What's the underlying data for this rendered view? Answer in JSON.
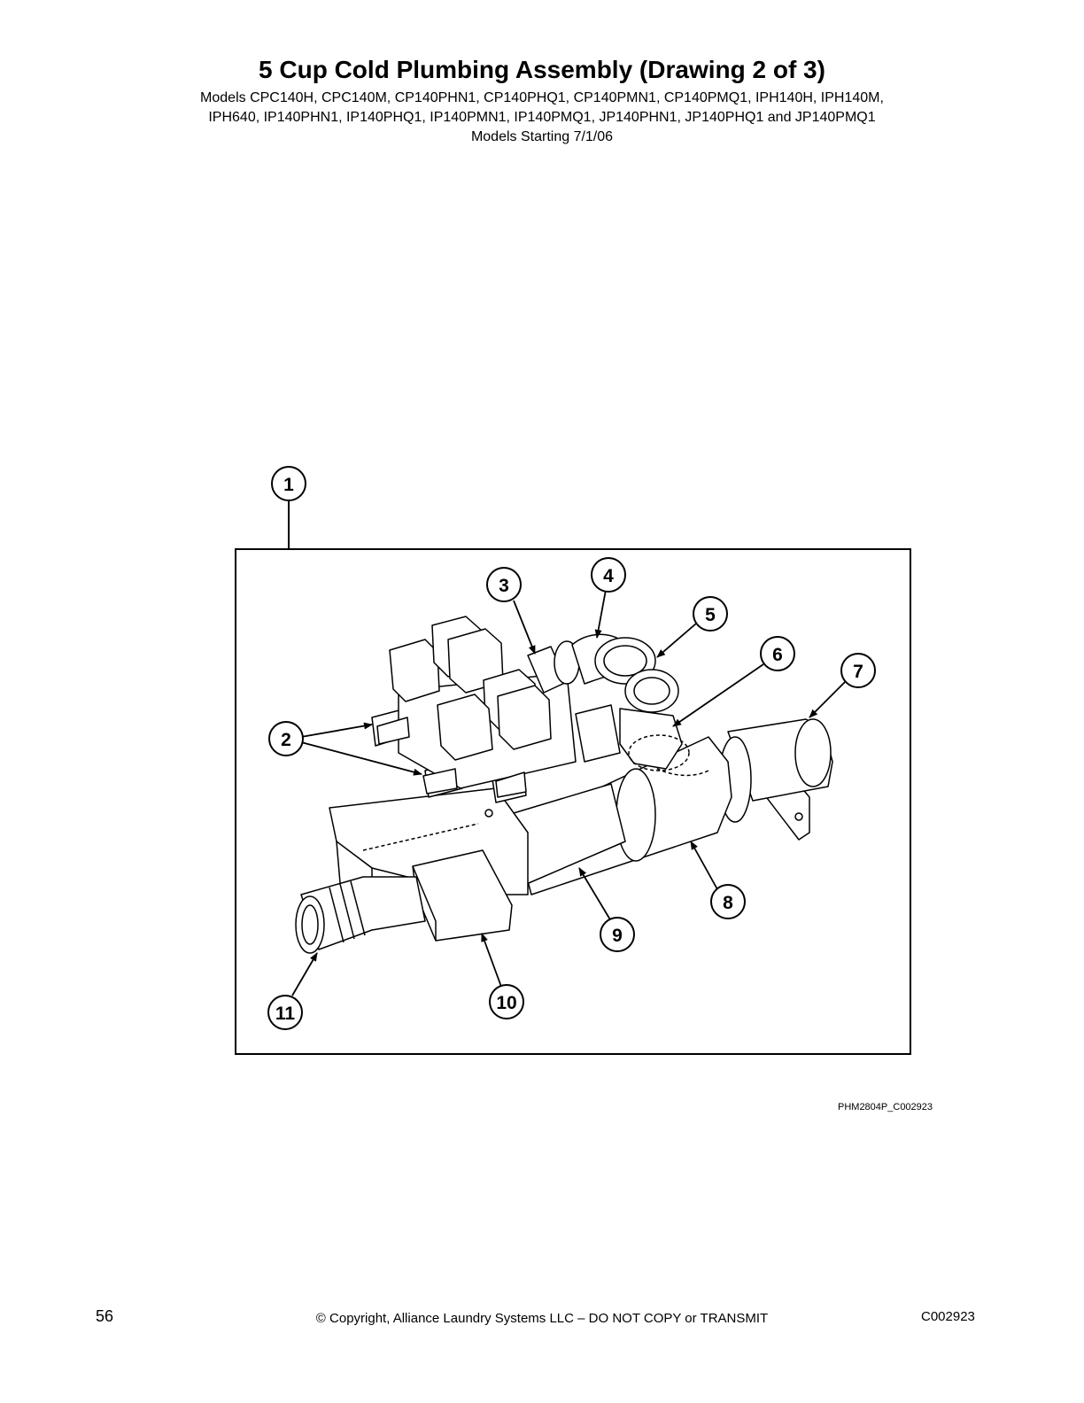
{
  "header": {
    "title": "5 Cup Cold Plumbing Assembly (Drawing 2 of 3)",
    "models_line1": "Models CPC140H, CPC140M, CP140PHN1, CP140PHQ1, CP140PMN1, CP140PMQ1, IPH140H, IPH140M,",
    "models_line2": "IPH640, IP140PHN1, IP140PHQ1, IP140PMN1, IP140PMQ1, JP140PHN1, JP140PHQ1 and JP140PMQ1",
    "models_start": "Models Starting 7/1/06"
  },
  "diagram": {
    "drawing_code": "PHM2804P_C002923",
    "callouts": [
      "1",
      "2",
      "3",
      "4",
      "5",
      "6",
      "7",
      "8",
      "9",
      "10",
      "11"
    ]
  },
  "footer": {
    "page_number": "56",
    "copyright": "© Copyright, Alliance Laundry Systems LLC – DO NOT COPY or TRANSMIT",
    "doc_code": "C002923"
  }
}
